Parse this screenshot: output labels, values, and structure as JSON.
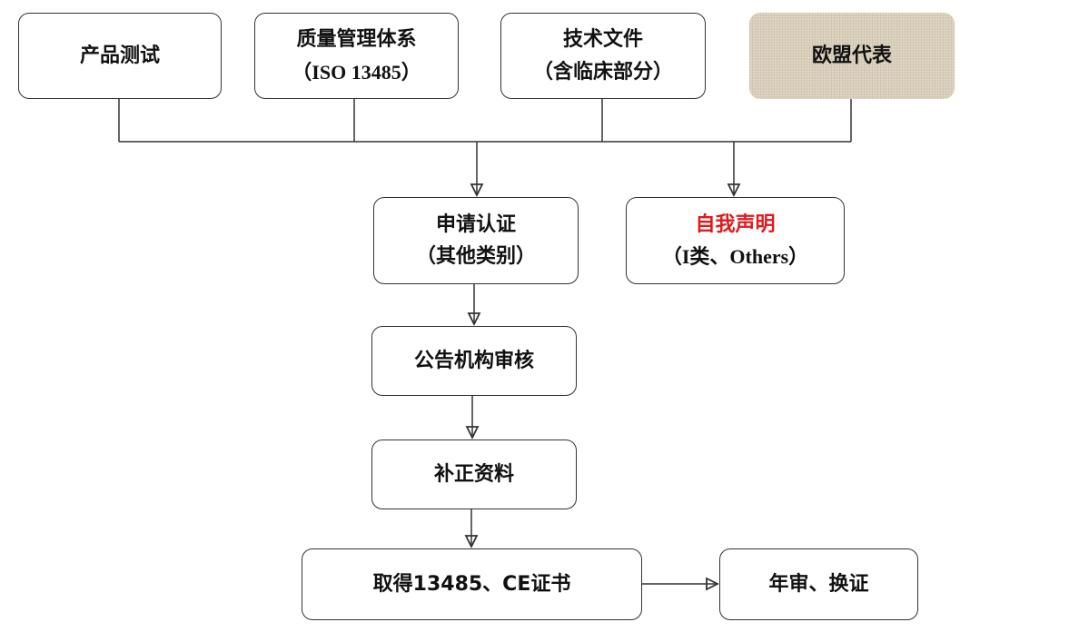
{
  "nodes": {
    "product_test": {
      "line1": "产品测试"
    },
    "qms": {
      "line1": "质量管理体系",
      "line2": "（ISO 13485）"
    },
    "tech_file": {
      "line1": "技术文件",
      "line2": "（含临床部分）"
    },
    "eu_rep": {
      "line1": "欧盟代表"
    },
    "apply_cert": {
      "line1": "申请认证",
      "line2": "（其他类别）"
    },
    "self_declare": {
      "line1": "自我声明",
      "line2": "（I类、Others）"
    },
    "nb_review": {
      "line1": "公告机构审核"
    },
    "supplement": {
      "line1": "补正资料"
    },
    "obtain_cert": {
      "line1": "取得13485、CE证书"
    },
    "annual": {
      "line1": "年审、换证"
    }
  },
  "colors": {
    "highlight": "#e0191b",
    "eu_rep_fill": "#d9cfbb"
  }
}
